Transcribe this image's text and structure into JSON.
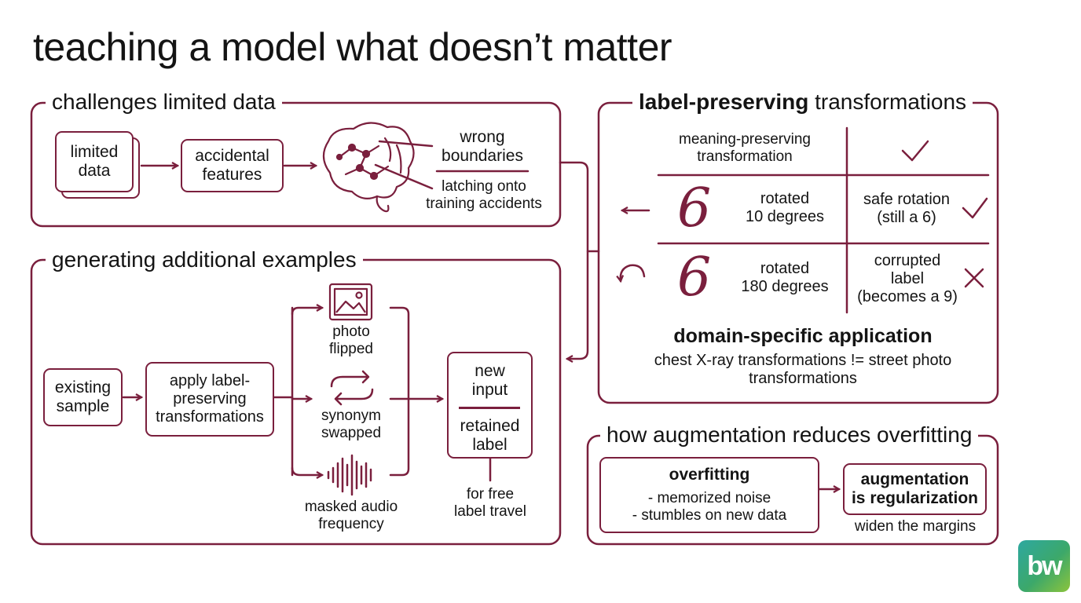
{
  "title": "teaching a model what doesn’t matter",
  "challenges": {
    "heading": "challenges limited data",
    "limited_data": "limited\ndata",
    "accidental_features": "accidental\nfeatures",
    "wrong_boundaries": "wrong\nboundaries",
    "latching": "latching onto\ntraining accidents"
  },
  "generating": {
    "heading": "generating additional examples",
    "existing_sample": "existing\nsample",
    "apply": "apply label-\npreserving\ntransformations",
    "photo": "photo\nflipped",
    "synonym": "synonym\nswapped",
    "audio": "masked audio\nfrequency",
    "new_input": "new\ninput",
    "retained_label": "retained\nlabel",
    "free_label": "for free\nlabel travel"
  },
  "label_preserving": {
    "heading_bold": "label-preserving",
    "heading_rest": " transformations",
    "header_cell": "meaning-preserving\ntransformation",
    "row1_digit": "6",
    "row1_desc": "rotated\n10 degrees",
    "row1_result": "safe rotation\n(still a 6)",
    "row2_digit": "6",
    "row2_desc": "rotated\n180 degrees",
    "row2_result": "corrupted\nlabel\n(becomes a 9)",
    "domain_heading": "domain-specific application",
    "domain_text": "chest X-ray transformations != street photo\ntransformations"
  },
  "overfitting": {
    "heading": "how augmentation reduces overfitting",
    "box_title": "overfitting",
    "box_lines": "- memorized noise\n- stumbles on new data",
    "augmentation": "augmentation\nis regularization",
    "widen": "widen the margins"
  },
  "logo": "bw",
  "colors": {
    "accent": "#7a1f3d",
    "logo_from": "#2ea8a0",
    "logo_to": "#8cc43c"
  }
}
